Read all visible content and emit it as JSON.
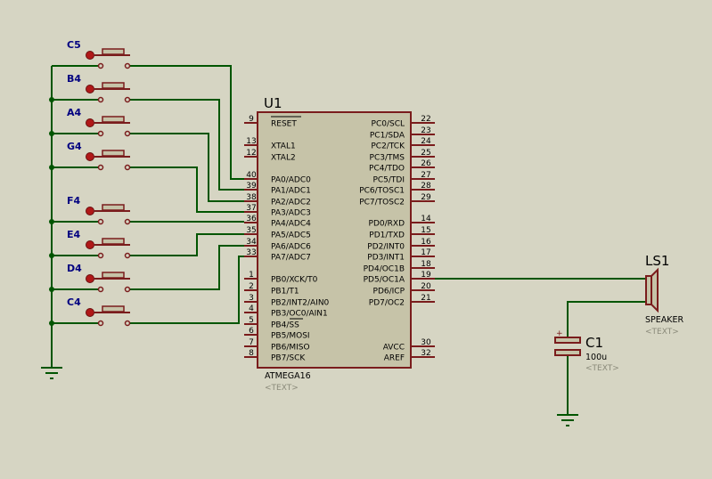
{
  "chip": {
    "ref": "U1",
    "part": "ATMEGA16",
    "text": "<TEXT>",
    "left_pins": [
      {
        "num": "9",
        "name": "RESET"
      },
      {
        "num": "13",
        "name": "XTAL1"
      },
      {
        "num": "12",
        "name": "XTAL2"
      },
      {
        "num": "40",
        "name": "PA0/ADC0"
      },
      {
        "num": "39",
        "name": "PA1/ADC1"
      },
      {
        "num": "38",
        "name": "PA2/ADC2"
      },
      {
        "num": "37",
        "name": "PA3/ADC3"
      },
      {
        "num": "36",
        "name": "PA4/ADC4"
      },
      {
        "num": "35",
        "name": "PA5/ADC5"
      },
      {
        "num": "34",
        "name": "PA6/ADC6"
      },
      {
        "num": "33",
        "name": "PA7/ADC7"
      },
      {
        "num": "1",
        "name": "PB0/XCK/T0"
      },
      {
        "num": "2",
        "name": "PB1/T1"
      },
      {
        "num": "3",
        "name": "PB2/INT2/AIN0"
      },
      {
        "num": "4",
        "name": "PB3/OC0/AIN1"
      },
      {
        "num": "5",
        "name": "PB4/SS"
      },
      {
        "num": "6",
        "name": "PB5/MOSI"
      },
      {
        "num": "7",
        "name": "PB6/MISO"
      },
      {
        "num": "8",
        "name": "PB7/SCK"
      }
    ],
    "right_pins": [
      {
        "num": "22",
        "name": "PC0/SCL"
      },
      {
        "num": "23",
        "name": "PC1/SDA"
      },
      {
        "num": "24",
        "name": "PC2/TCK"
      },
      {
        "num": "25",
        "name": "PC3/TMS"
      },
      {
        "num": "26",
        "name": "PC4/TDO"
      },
      {
        "num": "27",
        "name": "PC5/TDI"
      },
      {
        "num": "28",
        "name": "PC6/TOSC1"
      },
      {
        "num": "29",
        "name": "PC7/TOSC2"
      },
      {
        "num": "14",
        "name": "PD0/RXD"
      },
      {
        "num": "15",
        "name": "PD1/TXD"
      },
      {
        "num": "16",
        "name": "PD2/INT0"
      },
      {
        "num": "17",
        "name": "PD3/INT1"
      },
      {
        "num": "18",
        "name": "PD4/OC1B"
      },
      {
        "num": "19",
        "name": "PD5/OC1A"
      },
      {
        "num": "20",
        "name": "PD6/ICP"
      },
      {
        "num": "21",
        "name": "PD7/OC2"
      },
      {
        "num": "30",
        "name": "AVCC"
      },
      {
        "num": "32",
        "name": "AREF"
      }
    ]
  },
  "buttons": [
    "C5",
    "B4",
    "A4",
    "G4",
    "F4",
    "E4",
    "D4",
    "C4"
  ],
  "speaker": {
    "ref": "LS1",
    "part": "SPEAKER",
    "text": "<TEXT>"
  },
  "capacitor": {
    "ref": "C1",
    "value": "100u",
    "text": "<TEXT>"
  },
  "colors": {
    "background": "#d6d5c3",
    "wire": "#005500",
    "part": "#7a1c1c",
    "chip_fill": "#c6c3a8",
    "label": "#000080",
    "muted": "#8a8a7a"
  }
}
